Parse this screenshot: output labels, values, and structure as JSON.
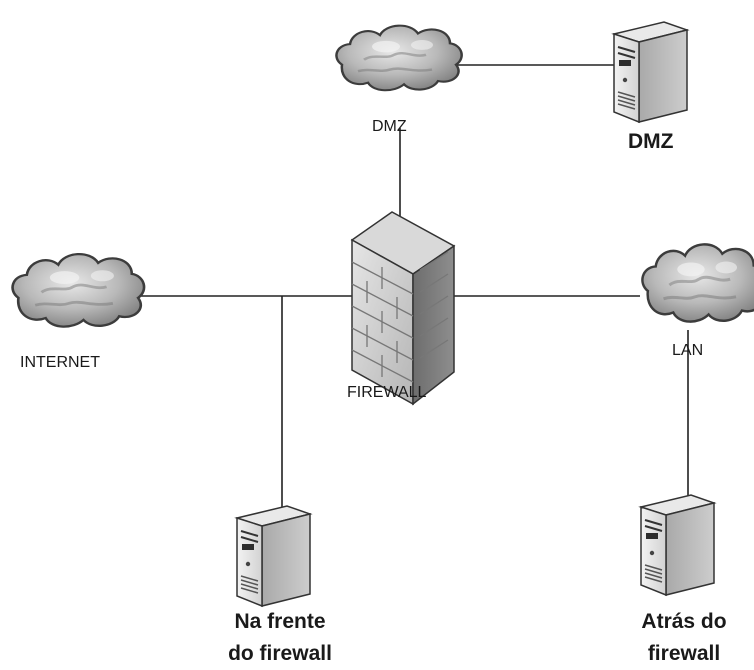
{
  "nodes": {
    "dmz_cloud": {
      "label": "DMZ"
    },
    "dmz_server": {
      "label": "DMZ"
    },
    "firewall": {
      "label": "FIREWALL"
    },
    "internet_cloud": {
      "label": "INTERNET"
    },
    "lan_cloud": {
      "label": "LAN"
    },
    "front_server": {
      "label_line1": "Na frente",
      "label_line2": "do firewall"
    },
    "back_server": {
      "label_line1": "Atrás do",
      "label_line2": "firewall"
    }
  },
  "connections": [
    {
      "from": "dmz_cloud",
      "to": "dmz_server"
    },
    {
      "from": "dmz_cloud",
      "to": "firewall"
    },
    {
      "from": "internet_cloud",
      "to": "firewall"
    },
    {
      "from": "internet_cloud",
      "to": "front_server"
    },
    {
      "from": "firewall",
      "to": "lan_cloud"
    },
    {
      "from": "lan_cloud",
      "to": "back_server"
    }
  ]
}
